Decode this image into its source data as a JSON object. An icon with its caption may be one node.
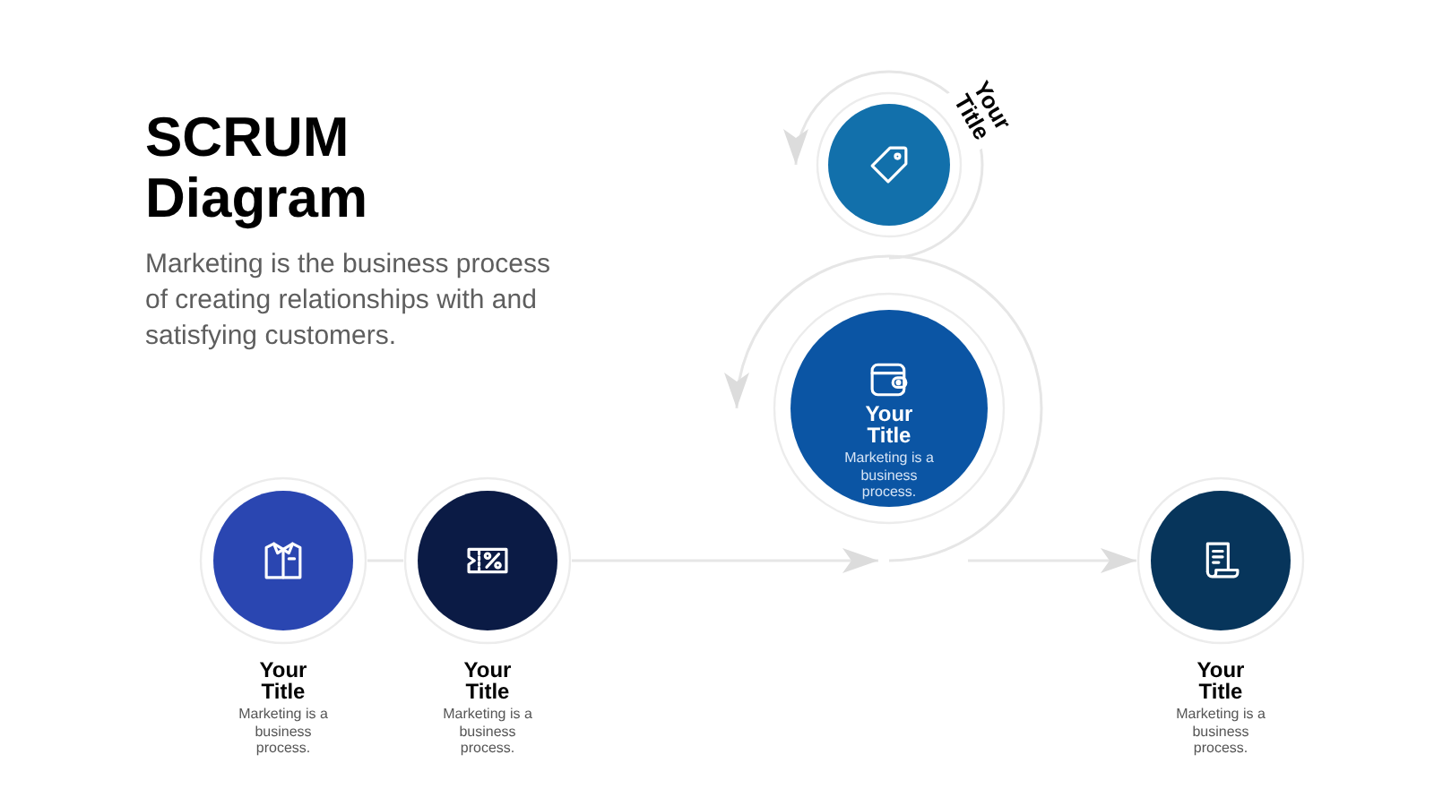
{
  "diagram": {
    "title": "SCRUM Diagram",
    "nodes": [
      {
        "text": [
          "Your Title",
          "Marketing is a business process."
        ]
      },
      {
        "text": [
          "Your Title",
          "Marketing is a business process."
        ]
      },
      {
        "text": [
          "Your Title",
          "Marketing is a business process."
        ]
      },
      {
        "text": [
          "Your Title"
        ]
      },
      {
        "text": [
          "Your Title",
          "Marketing is a business process."
        ]
      }
    ],
    "edges": [
      {
        "from": 0,
        "to": 1,
        "arrow": "none"
      },
      {
        "from": 1,
        "to": 2,
        "arrow": "to"
      },
      {
        "from": 2,
        "to": 2,
        "arrow": "to"
      },
      {
        "from": 3,
        "to": 3,
        "arrow": "to"
      },
      {
        "from": 2,
        "to": 4,
        "arrow": "to"
      }
    ],
    "labels": [
      "Marketing is the business process of creating relationships with and satisfying customers."
    ]
  }
}
